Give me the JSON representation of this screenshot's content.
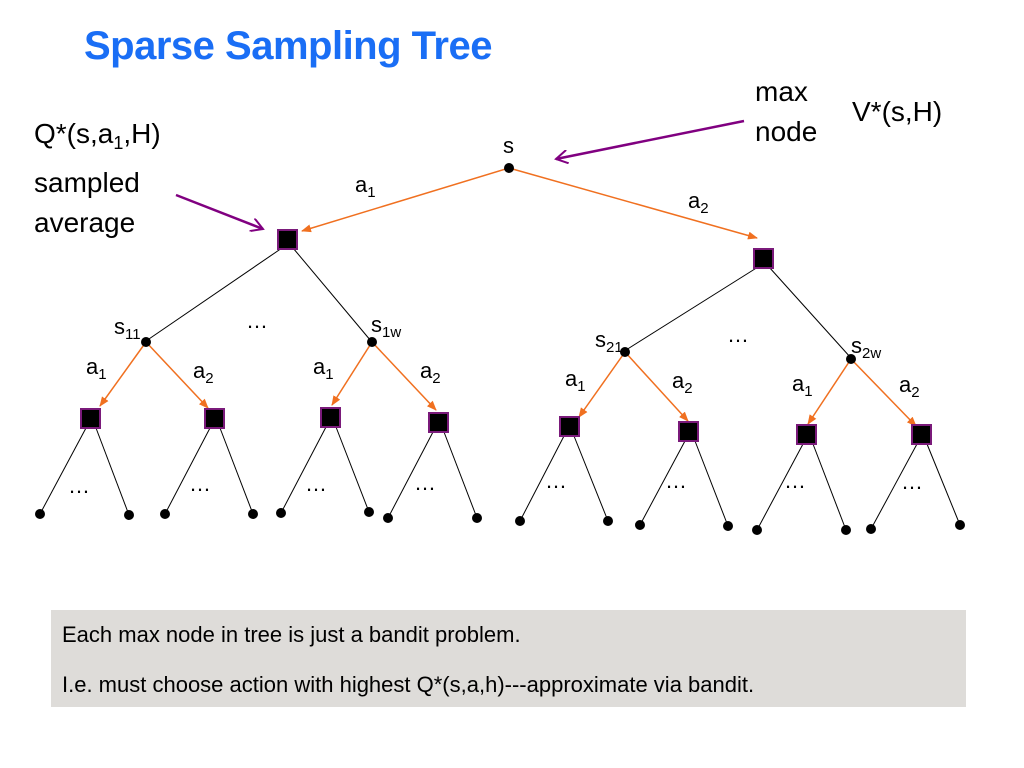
{
  "title": "Sparse Sampling Tree",
  "annotations": {
    "q_label": {
      "q": "Q*(s,a",
      "sub": "1",
      "rest": ",H)",
      "line2": "sampled",
      "line3": "average"
    },
    "max_node": {
      "line1": "max",
      "line2": "node"
    },
    "v_label": "V*(s,H)"
  },
  "tree": {
    "root_label": "s",
    "action_labels": {
      "a1": {
        "base": "a",
        "sub": "1"
      },
      "a2": {
        "base": "a",
        "sub": "2"
      }
    },
    "state_labels": [
      {
        "base": "s",
        "sub": "11"
      },
      {
        "base": "s",
        "sub": "1w"
      },
      {
        "base": "s",
        "sub": "21"
      },
      {
        "base": "s",
        "sub": "2w"
      }
    ],
    "ellipsis": "…",
    "colors": {
      "action_edge": "#f07020",
      "pointer_arrow": "#800080",
      "node_border": "#7a1a7a",
      "node_fill": "#000000"
    }
  },
  "note": {
    "line1": "Each max node in tree is just a bandit problem.",
    "line2": "I.e. must choose action with highest Q*(s,a,h)---approximate via bandit."
  }
}
